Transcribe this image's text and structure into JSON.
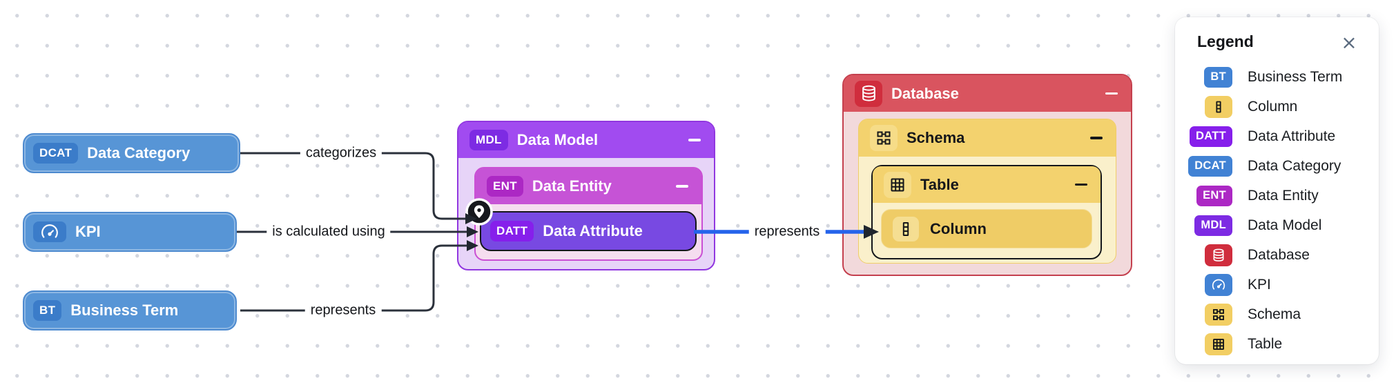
{
  "diagram": {
    "nodes": {
      "data_category": {
        "badge": "DCAT",
        "label": "Data Category"
      },
      "kpi": {
        "label": "KPI"
      },
      "business_term": {
        "badge": "BT",
        "label": "Business Term"
      },
      "data_model": {
        "badge": "MDL",
        "label": "Data Model"
      },
      "data_entity": {
        "badge": "ENT",
        "label": "Data Entity"
      },
      "data_attribute": {
        "badge": "DATT",
        "label": "Data Attribute"
      },
      "database": {
        "label": "Database"
      },
      "schema": {
        "label": "Schema"
      },
      "table": {
        "label": "Table"
      },
      "column": {
        "label": "Column"
      }
    },
    "edges": {
      "categorizes": {
        "label": "categorizes",
        "color": "#2B313B"
      },
      "is_calculated_using": {
        "label": "is calculated using",
        "color": "#2B313B"
      },
      "represents_term": {
        "label": "represents",
        "color": "#2B313B"
      },
      "represents_column": {
        "label": "represents",
        "color": "#2563EB"
      }
    }
  },
  "legend": {
    "title": "Legend",
    "close_icon": "×",
    "items": [
      {
        "badge": "BT",
        "label": "Business Term",
        "color": "#4182D4"
      },
      {
        "icon": "column-icon",
        "label": "Column",
        "color": "#F2CE63"
      },
      {
        "badge": "DATT",
        "label": "Data Attribute",
        "color": "#861FEB"
      },
      {
        "badge": "DCAT",
        "label": "Data Category",
        "color": "#4182D4"
      },
      {
        "badge": "ENT",
        "label": "Data Entity",
        "color": "#AC28C4"
      },
      {
        "badge": "MDL",
        "label": "Data Model",
        "color": "#7D2BE3"
      },
      {
        "icon": "database-icon",
        "label": "Database",
        "color": "#D02D3D"
      },
      {
        "icon": "kpi-icon",
        "label": "KPI",
        "color": "#4182D4"
      },
      {
        "icon": "schema-icon",
        "label": "Schema",
        "color": "#F2CE63"
      },
      {
        "icon": "table-icon",
        "label": "Table",
        "color": "#F2CE63"
      }
    ]
  },
  "colors": {
    "canvas_dot": "#D4D7DF",
    "node_blue": "#5795D6",
    "node_blue_badge": "#3B7CC9",
    "model_header": "#A14BF0",
    "model_badge": "#7D2BE3",
    "model_body": "#E7D4F8",
    "entity_header": "#C653D6",
    "entity_badge": "#AC28C4",
    "entity_body": "#F5DDEF",
    "attribute_fill": "#7849E2",
    "attribute_badge": "#861FEB",
    "db_header": "#D9545F",
    "db_badge": "#D02D3D",
    "db_body": "#F2D9DB",
    "schema_header": "#F3D26E",
    "schema_badge": "#F6DC88",
    "schema_body": "#FAF0CB",
    "column_fill": "#EFCC66",
    "column_badge": "#F5DE92",
    "edge_dark": "#2B313B",
    "edge_blue": "#2563EB"
  }
}
